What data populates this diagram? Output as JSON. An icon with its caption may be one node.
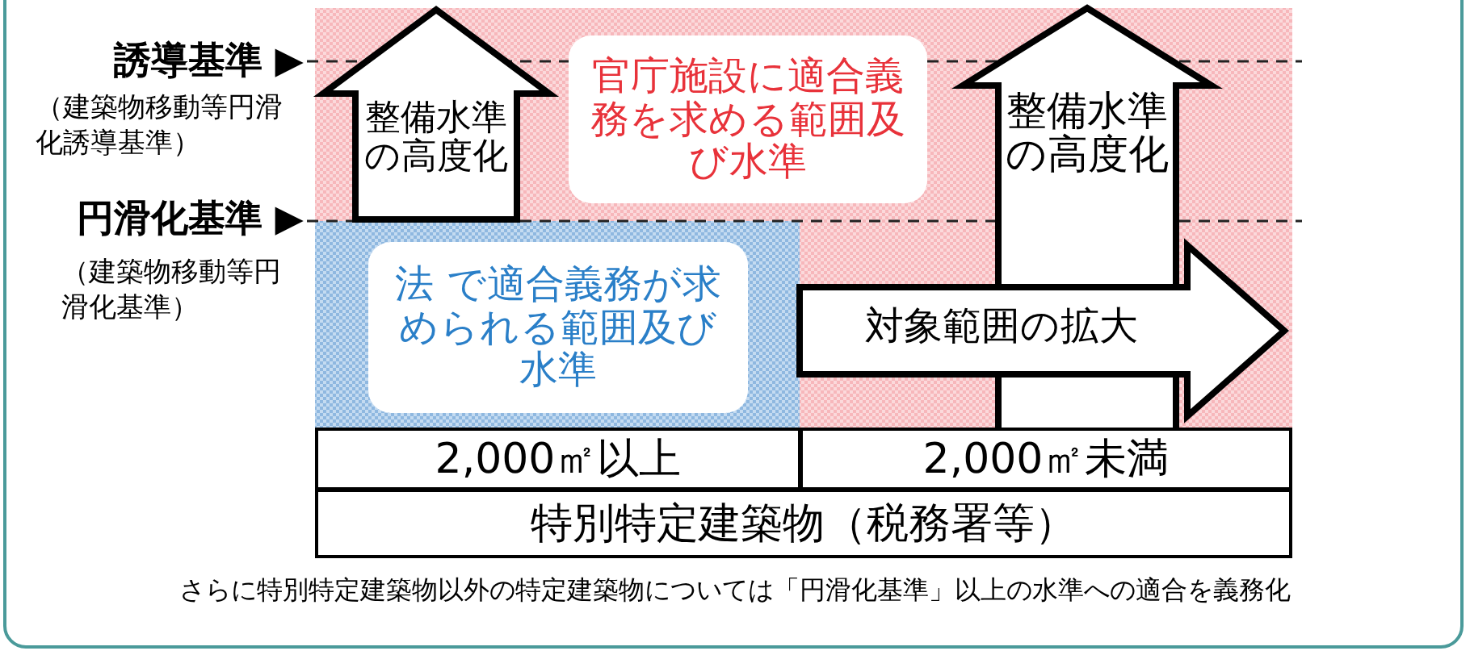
{
  "diagram": {
    "nodes": [
      {
        "text": [
          "整備水準の高度化"
        ]
      },
      {
        "text": [
          "官庁施設に適合義務を求める範囲及び水準"
        ]
      },
      {
        "text": [
          "整備水準の高度化"
        ]
      },
      {
        "text": [
          "対象範囲の拡大"
        ]
      },
      {
        "text": [
          "法 で適合義務が求められる範囲及び水準"
        ]
      },
      {
        "text": [
          "2,000㎡以上"
        ]
      },
      {
        "text": [
          "2,000㎡未満"
        ]
      },
      {
        "text": [
          "特別特定建築物（税務署等）"
        ]
      }
    ],
    "labels": [
      "誘導基準 ▶",
      "（建築物移動等円滑化誘導基準）",
      "円滑化基準 ▶",
      "（建築物移動等円滑化基準）",
      "さらに特別特定建築物以外の特定建築物については「円滑化基準」以上の水準への適合を義務化"
    ]
  }
}
